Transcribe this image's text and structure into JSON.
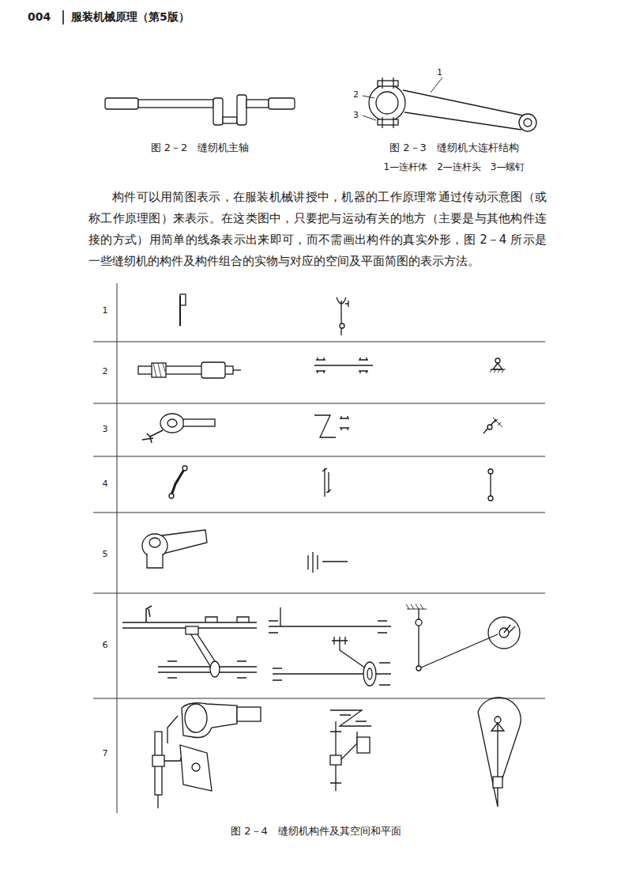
{
  "diagram": {
    "caption": "图 2－4　缝纫机构件及其空间和平面",
    "labels": [
      "004",
      "服装机械原理（第5版）",
      "1",
      "2",
      "3",
      "图 2－2　缝纫机主轴",
      "图 2－3　缝纫机大连杆结构",
      "1—连杆体　2—连杆头　3—螺钉",
      "构件可以用简图表示，在服装机械讲授中，机器的工作原理常通过传动示意图（或称工作原理图）来表示。在这类图中，只要把与运动有关的地方（主要是与其他构件连接的方式）用简单的线条表示出来即可，而不需画出构件的真实外形，图 2－4 所示是一些缝纫机的构件及构件组合的实物与对应的空间及平面简图的表示方法。",
      "1",
      "2",
      "3",
      "4",
      "5",
      "6",
      "7"
    ]
  }
}
